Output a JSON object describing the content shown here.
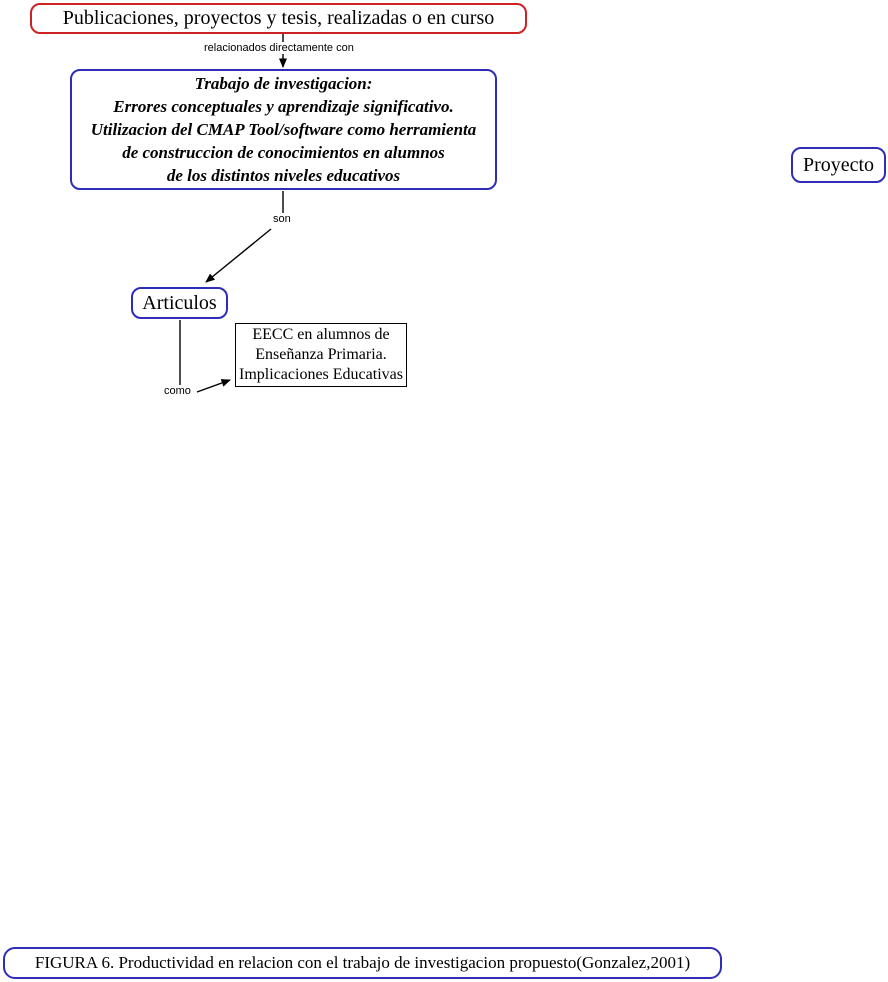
{
  "nodes": {
    "publicaciones": {
      "label": "Publicaciones, proyectos y tesis, realizadas o en curso"
    },
    "trabajo": {
      "lines": [
        "Trabajo de investigacion:",
        "Errores conceptuales y aprendizaje significativo.",
        "Utilizacion del CMAP Tool/software como herramienta",
        "de construccion de conocimientos en alumnos",
        "de los distintos niveles educativos"
      ]
    },
    "proyecto": {
      "label": "Proyecto"
    },
    "articulos": {
      "label": "Articulos"
    },
    "eecc": {
      "lines": [
        "EECC en alumnos de",
        "Enseñanza Primaria.",
        "Implicaciones Educativas"
      ]
    }
  },
  "links": {
    "relacionados": "relacionados directamente con",
    "son": "son",
    "como": "como"
  },
  "caption": {
    "label": "FIGURA 6. Productividad en relacion con el trabajo de investigacion propuesto(Gonzalez,2001)"
  },
  "colors": {
    "red_border": "#cc2222",
    "blue_border": "#2d2db8",
    "black_border": "#000000",
    "line_color": "#000000"
  }
}
